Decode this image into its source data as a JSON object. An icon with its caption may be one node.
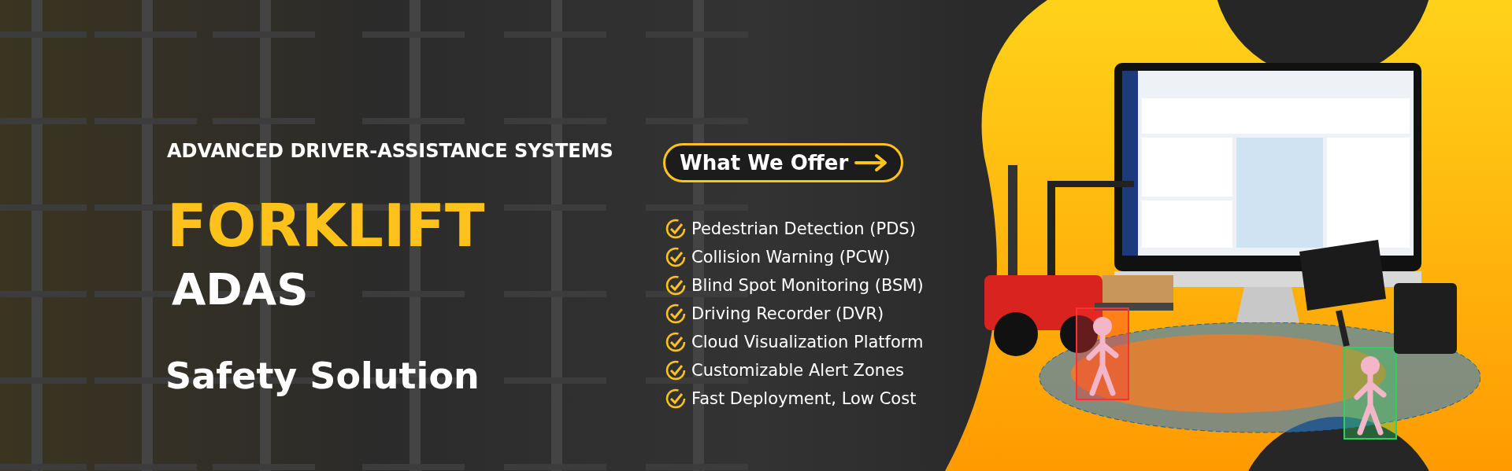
{
  "diagram": {
    "nodes": [
      {
        "text": [
          "What We Offer"
        ]
      }
    ],
    "labels": [
      "ADVANCED DRIVER-ASSISTANCE SYSTEMS",
      "FORKLIFT",
      "ADAS",
      "Safety Solution",
      "Pedestrian Detection (PDS)",
      "Collision Warning (PCW)",
      "Blind Spot Monitoring (BSM)",
      "Driving Recorder (DVR)",
      "Cloud Visualization Platform",
      "Customizable Alert Zones",
      "Fast Deployment, Low Cost"
    ]
  }
}
